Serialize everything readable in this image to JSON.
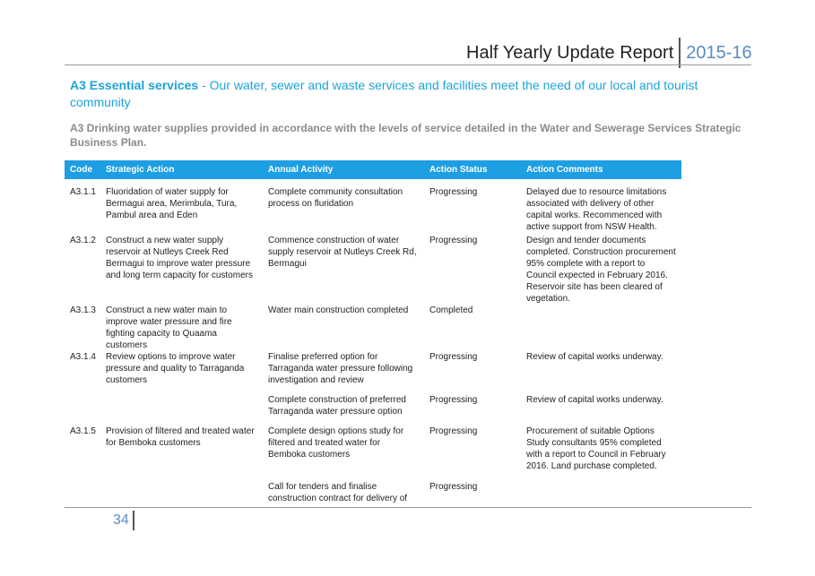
{
  "header": {
    "report_title": "Half Yearly Update Report",
    "year": "2015-16"
  },
  "section": {
    "code_title": "A3 Essential services",
    "separator": " - ",
    "description": "Our water, sewer and waste services and facilities meet the need of our local and tourist community"
  },
  "subheading": "A3 Drinking water supplies provided in accordance with the levels of service detailed in the Water and Sewerage Services Strategic Business Plan.",
  "table": {
    "columns": [
      "Code",
      "Strategic Action",
      "Annual Activity",
      "Action Status",
      "Action Comments"
    ],
    "rows": [
      [
        "A3.1.1",
        "Fluoridation of water supply for Bermagui area, Merimbula, Tura, Pambul area and Eden",
        "Complete community consultation process on fluridation",
        "Progressing",
        "Delayed due to resource limitations associated with delivery of other capital works. Recommenced with active support from NSW Health."
      ],
      [
        "A3.1.2",
        "Construct a new water supply reservoir at Nutleys Creek Red Bermagui to improve water pressure and long term capacity for customers",
        "Commence construction of water supply reservoir at Nutleys Creek Rd, Bermagui",
        "Progressing",
        "Design and tender documents completed. Construction procurement 95% complete with a report to Council expected in February 2016. Reservoir site has been cleared of vegetation."
      ],
      [
        "A3.1.3",
        "Construct a new water main to improve water pressure and fire fighting capacity to Quaama customers",
        "Water main construction completed",
        "Completed",
        ""
      ],
      [
        "A3.1.4",
        "Review options to improve water pressure and quality to Tarraganda customers",
        "Finalise preferred option for Tarraganda water pressure following investigation and review",
        "Progressing",
        "Review of capital works underway."
      ],
      [
        "",
        "",
        "Complete construction of preferred Tarraganda water pressure option",
        "Progressing",
        "Review of capital works underway."
      ],
      [
        "A3.1.5",
        "Provision of filtered and treated water for Bemboka customers",
        "Complete design options study for filtered and treated water for Bemboka customers",
        "Progressing",
        "Procurement of suitable Options Study consultants 95% completed with a report to Council in February 2016. Land purchase completed."
      ],
      [
        "",
        "",
        "Call for tenders and finalise construction contract for delivery of",
        "Progressing",
        ""
      ]
    ]
  },
  "footer": {
    "page_number": "34"
  }
}
